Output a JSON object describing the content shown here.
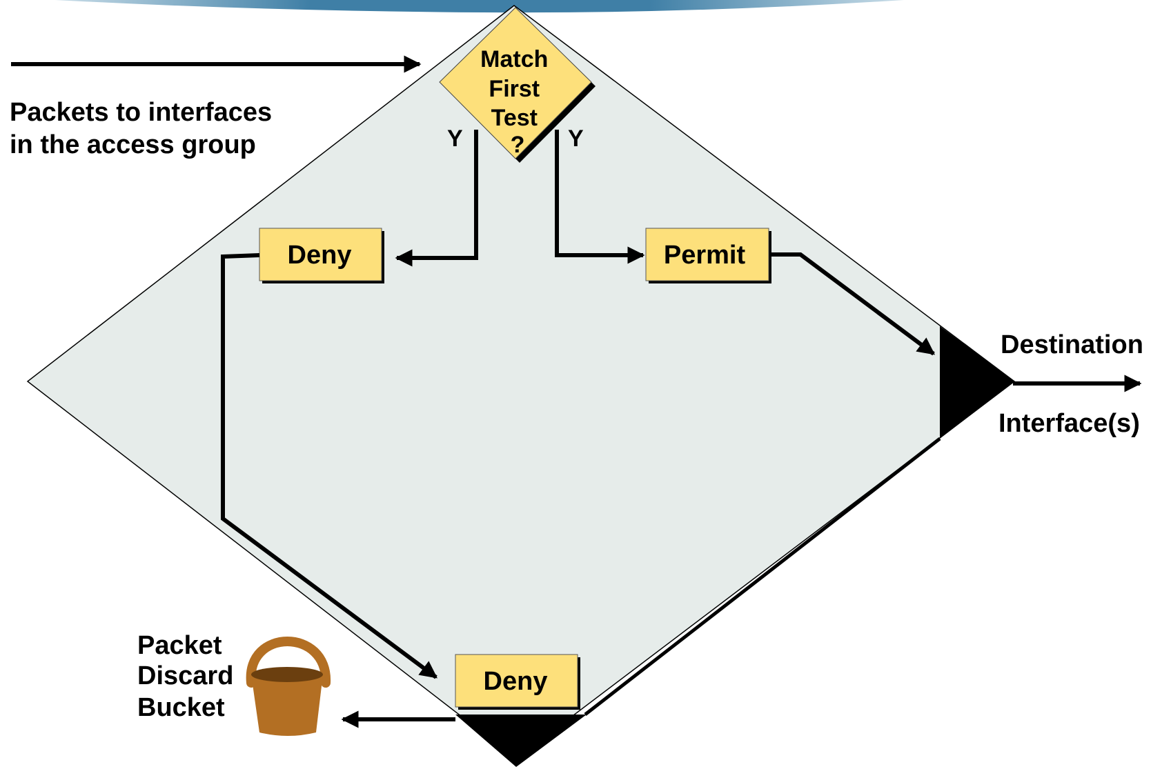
{
  "diagram": {
    "decision": {
      "lines": [
        "Match",
        "First",
        "Test",
        "?"
      ]
    },
    "branch_labels": {
      "left": "Y",
      "right": "Y"
    },
    "boxes": {
      "deny_top": "Deny",
      "permit": "Permit",
      "deny_bottom": "Deny"
    },
    "input_label": {
      "line1": "Packets to interfaces",
      "line2": "in the access group"
    },
    "destination": {
      "line1": "Destination",
      "line2": "Interface(s)"
    },
    "bucket_label": {
      "line1": "Packet",
      "line2": "Discard",
      "line3": "Bucket"
    }
  },
  "colors": {
    "box_fill": "#fde07b",
    "diamond_fill": "#e6ecea",
    "bucket": "#b36f23",
    "bucket_dark": "#6b3f0f",
    "line": "#000000"
  },
  "icons": [
    "bucket-icon",
    "arrow-icon"
  ]
}
